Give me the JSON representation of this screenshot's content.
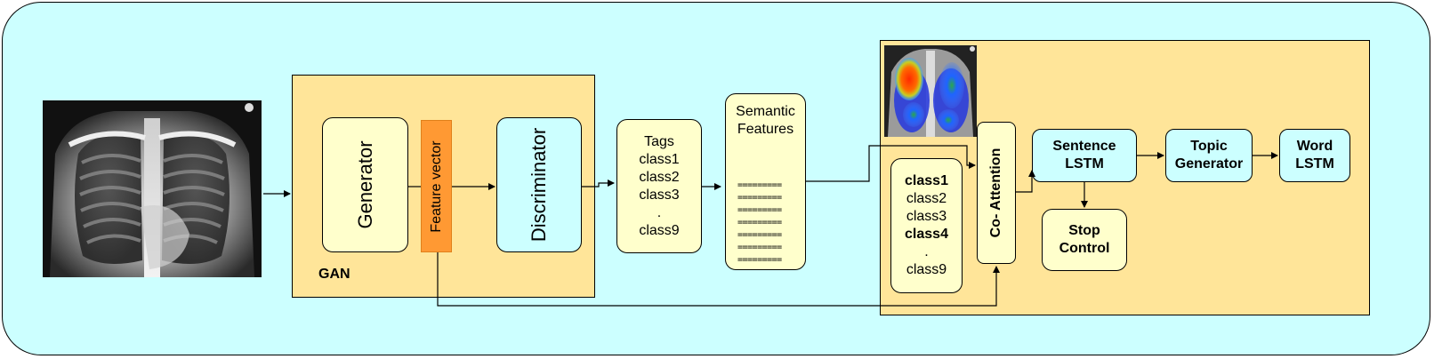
{
  "gan": {
    "label": "GAN",
    "generator": "Generator",
    "feature_vector": "Feature vector",
    "discriminator": "Discriminator"
  },
  "tags": {
    "title": "Tags",
    "items": [
      "class1",
      "class2",
      "class3",
      ".",
      "class9"
    ]
  },
  "semantic": {
    "title_line1": "Semantic",
    "title_line2": "Features",
    "lines": [
      "=========",
      "=========",
      "=========",
      "=========",
      "=========",
      "=========",
      "========="
    ]
  },
  "attention_classes": [
    {
      "text": "class1",
      "bold": true
    },
    {
      "text": "class2",
      "bold": false
    },
    {
      "text": "class3",
      "bold": false
    },
    {
      "text": "class4",
      "bold": true
    },
    {
      "text": ".",
      "bold": false
    },
    {
      "text": "class9",
      "bold": false
    }
  ],
  "co_attention": "Co- Attention",
  "sentence_lstm": {
    "line1": "Sentence",
    "line2": "LSTM"
  },
  "topic_generator": {
    "line1": "Topic",
    "line2": "Generator"
  },
  "word_lstm": {
    "line1": "Word",
    "line2": "LSTM"
  },
  "stop_control": {
    "line1": "Stop",
    "line2": "Control"
  },
  "colors": {
    "background": "#ccffff",
    "panel": "#ffe599",
    "cream_box": "#ffffcc",
    "feature_vector": "#ff9933"
  }
}
